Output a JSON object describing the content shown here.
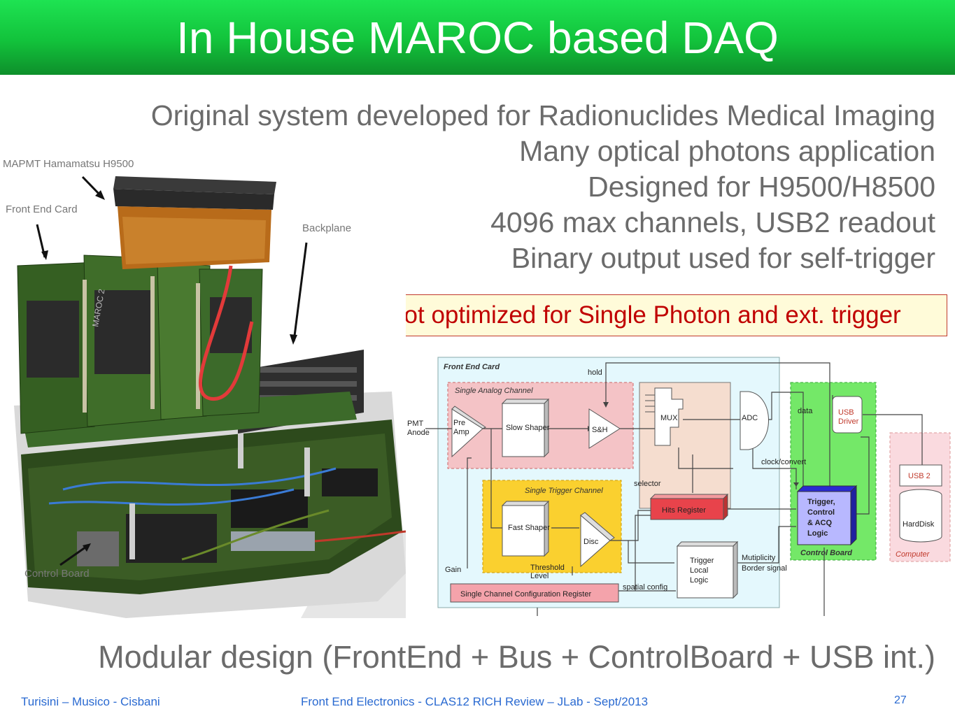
{
  "slide": {
    "title": "In House MAROC based DAQ",
    "bullets": [
      "Original system developed for Radionuclides Medical Imaging",
      "Many optical photons application",
      "Designed for H9500/H8500",
      "4096 max channels, USB2 readout",
      "Binary output used for self-trigger"
    ],
    "callout": "Not optimized for Single Photon and ext. trigger",
    "bottom_text": "Modular design (FrontEnd + Bus + ControlBoard + USB int.)"
  },
  "photo": {
    "labels": {
      "mapmt": "MAPMT Hamamatsu H9500",
      "front_end_card": "Front End Card",
      "backplane": "Backplane",
      "control_board": "Control Board"
    },
    "chip_text": "MAROC 2"
  },
  "diagram": {
    "front_end_card": "Front End Card",
    "single_analog_channel": "Single Analog Channel",
    "single_trigger_channel": "Single Trigger Channel",
    "control_board": "Control Board",
    "computer": "Computer",
    "pmt_anode": [
      "PMT",
      "Anode"
    ],
    "pre_amp": [
      "Pre",
      "Amp"
    ],
    "slow_shaper": "Slow Shaper",
    "sh": "S&H",
    "hold": "hold",
    "mux": "MUX",
    "adc": "ADC",
    "data": "data",
    "usb_driver": [
      "USB",
      "Driver"
    ],
    "usb2": "USB 2",
    "harddisk": "HardDisk",
    "clock_convert": "clock/convert",
    "selector": "selector",
    "hits_register": "Hits Register",
    "trigger_control": [
      "Trigger,",
      "Control",
      "& ACQ",
      "Logic"
    ],
    "fast_shaper": "Fast Shaper",
    "disc": "Disc",
    "threshold": [
      "Threshold",
      "Level"
    ],
    "trigger_local": [
      "Trigger",
      "Local",
      "Logic"
    ],
    "multiplicity": [
      "Mutiplicity",
      "Border signal"
    ],
    "gain": "Gain",
    "spatial_config": "spatial config",
    "config_register": "Single Channel Configuration Register"
  },
  "footer": {
    "authors": "Turisini – Musico - Cisbani",
    "event": "Front End Electronics - CLAS12 RICH Review – JLab - Sept/2013",
    "page": "27"
  }
}
